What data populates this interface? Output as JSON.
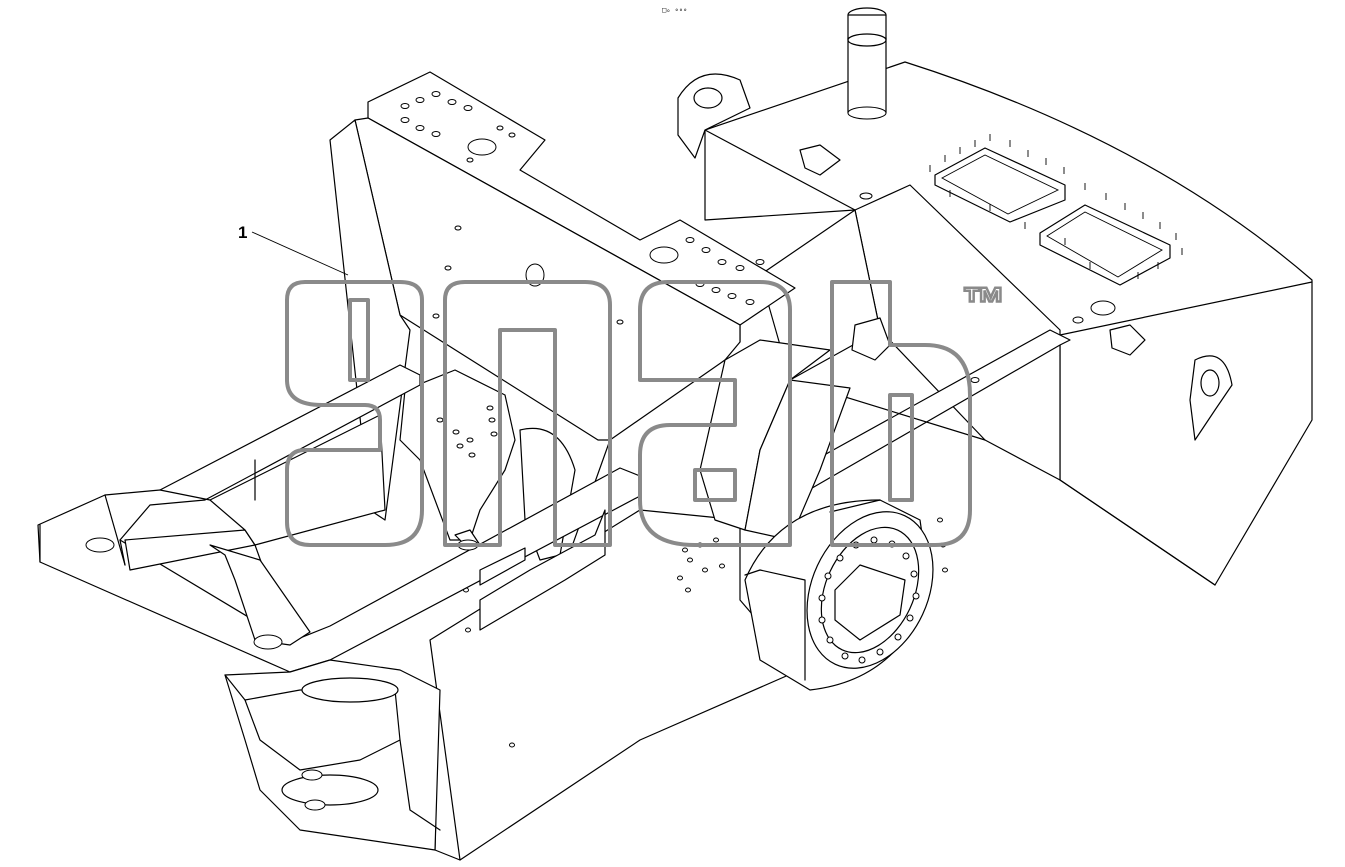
{
  "diagram": {
    "callouts": [
      {
        "id": "callout-1",
        "label": "1"
      }
    ],
    "top_mark": "□ₒ ∘∘∘",
    "watermark": {
      "trademark": "™",
      "color": "#8a8a8a"
    },
    "line_color": "#000000",
    "background": "#ffffff"
  }
}
